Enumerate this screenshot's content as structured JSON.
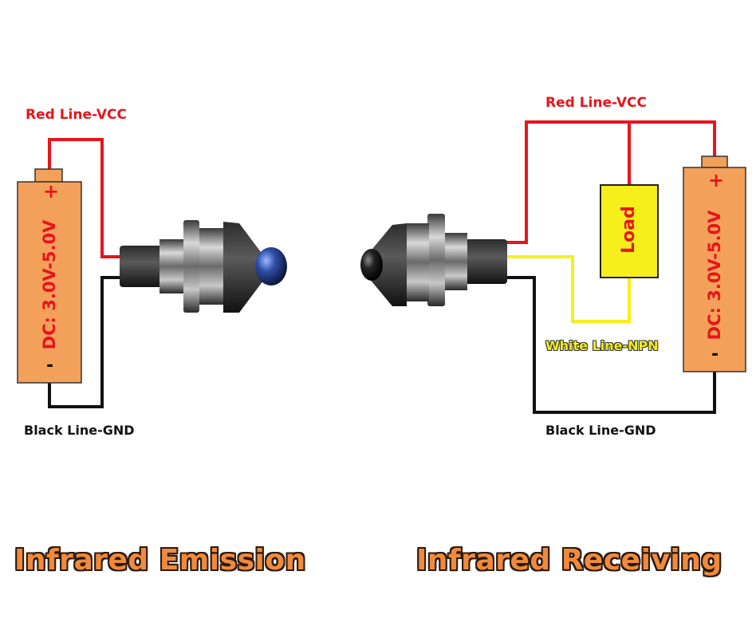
{
  "emitter": {
    "vcc_label": "Red Line-VCC",
    "gnd_label": "Black Line-GND",
    "battery_text": "DC: 3.0V-5.0V",
    "plus_sign": "+",
    "minus_sign": "-",
    "title": "Infrared Emission"
  },
  "receiver": {
    "vcc_label": "Red Line-VCC",
    "gnd_label": "Black Line-GND",
    "npn_label": "White Line-NPN",
    "load_label": "Load",
    "battery_text": "DC: 3.0V-5.0V",
    "plus_sign": "+",
    "minus_sign": "-",
    "title": "Infrared Receiving"
  },
  "colors": {
    "vcc_wire": "#e8141c",
    "gnd_wire": "#111111",
    "npn_wire": "#f7ef1b",
    "battery": "#f3a15a",
    "load_box": "#f7ef1b",
    "title": "#f08a3c"
  }
}
